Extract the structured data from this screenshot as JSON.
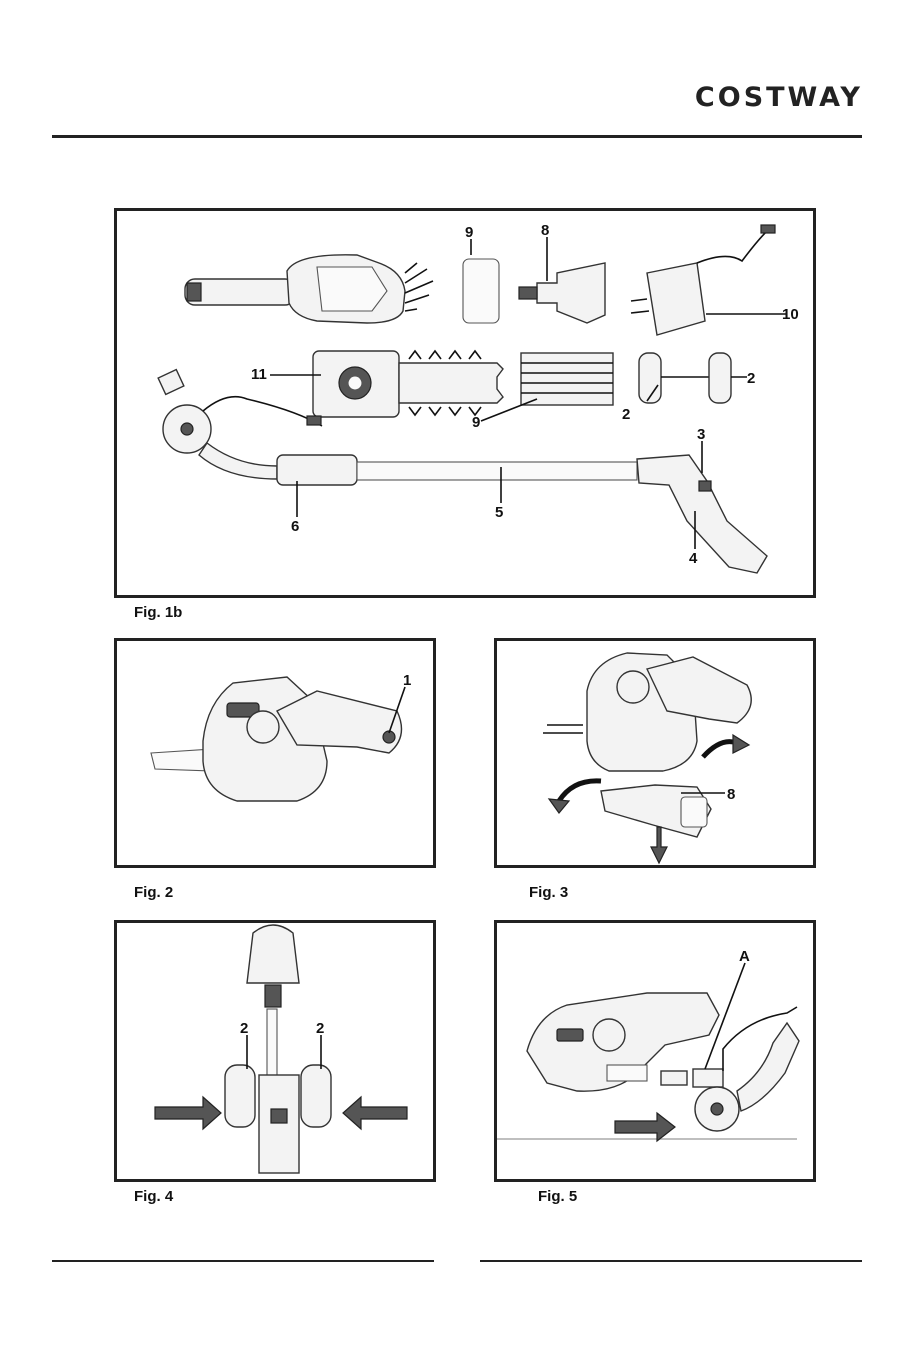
{
  "header": {
    "brand": "COSTWAY"
  },
  "figures": {
    "fig1b": {
      "caption": "Fig. 1b",
      "callouts": {
        "c9a": "9",
        "c8": "8",
        "c10": "10",
        "c11": "11",
        "c2a": "2",
        "c2b": "2",
        "c9b": "9",
        "c3": "3",
        "c5": "5",
        "c6": "6",
        "c4": "4"
      }
    },
    "fig2": {
      "caption": "Fig. 2",
      "callouts": {
        "c1": "1"
      }
    },
    "fig3": {
      "caption": "Fig. 3",
      "callouts": {
        "c8": "8"
      }
    },
    "fig4": {
      "caption": "Fig. 4",
      "callouts": {
        "c2a": "2",
        "c2b": "2"
      }
    },
    "fig5": {
      "caption": "Fig. 5",
      "callouts": {
        "cA": "A"
      }
    }
  }
}
